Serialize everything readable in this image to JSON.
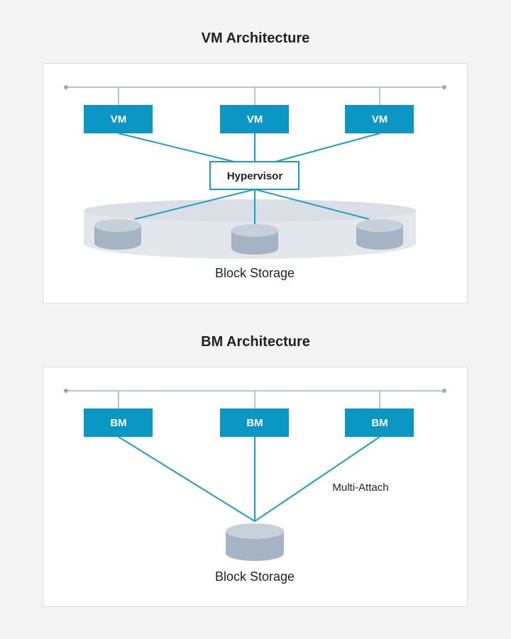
{
  "vm_section": {
    "title": "VM Architecture",
    "nodes": [
      "VM",
      "VM",
      "VM"
    ],
    "hypervisor_label": "Hypervisor",
    "storage_label": "Block Storage"
  },
  "bm_section": {
    "title": "BM Architecture",
    "nodes": [
      "BM",
      "BM",
      "BM"
    ],
    "multi_attach_label": "Multi-Attach",
    "storage_label": "Block Storage"
  },
  "colors": {
    "node_fill": "#0a97c4",
    "line": "#1a9fcc",
    "bus_line": "#b9c4cd",
    "disk_body": "#a5b4c2",
    "disk_top": "#c6d0d9",
    "pool": "#e2e7ec"
  }
}
